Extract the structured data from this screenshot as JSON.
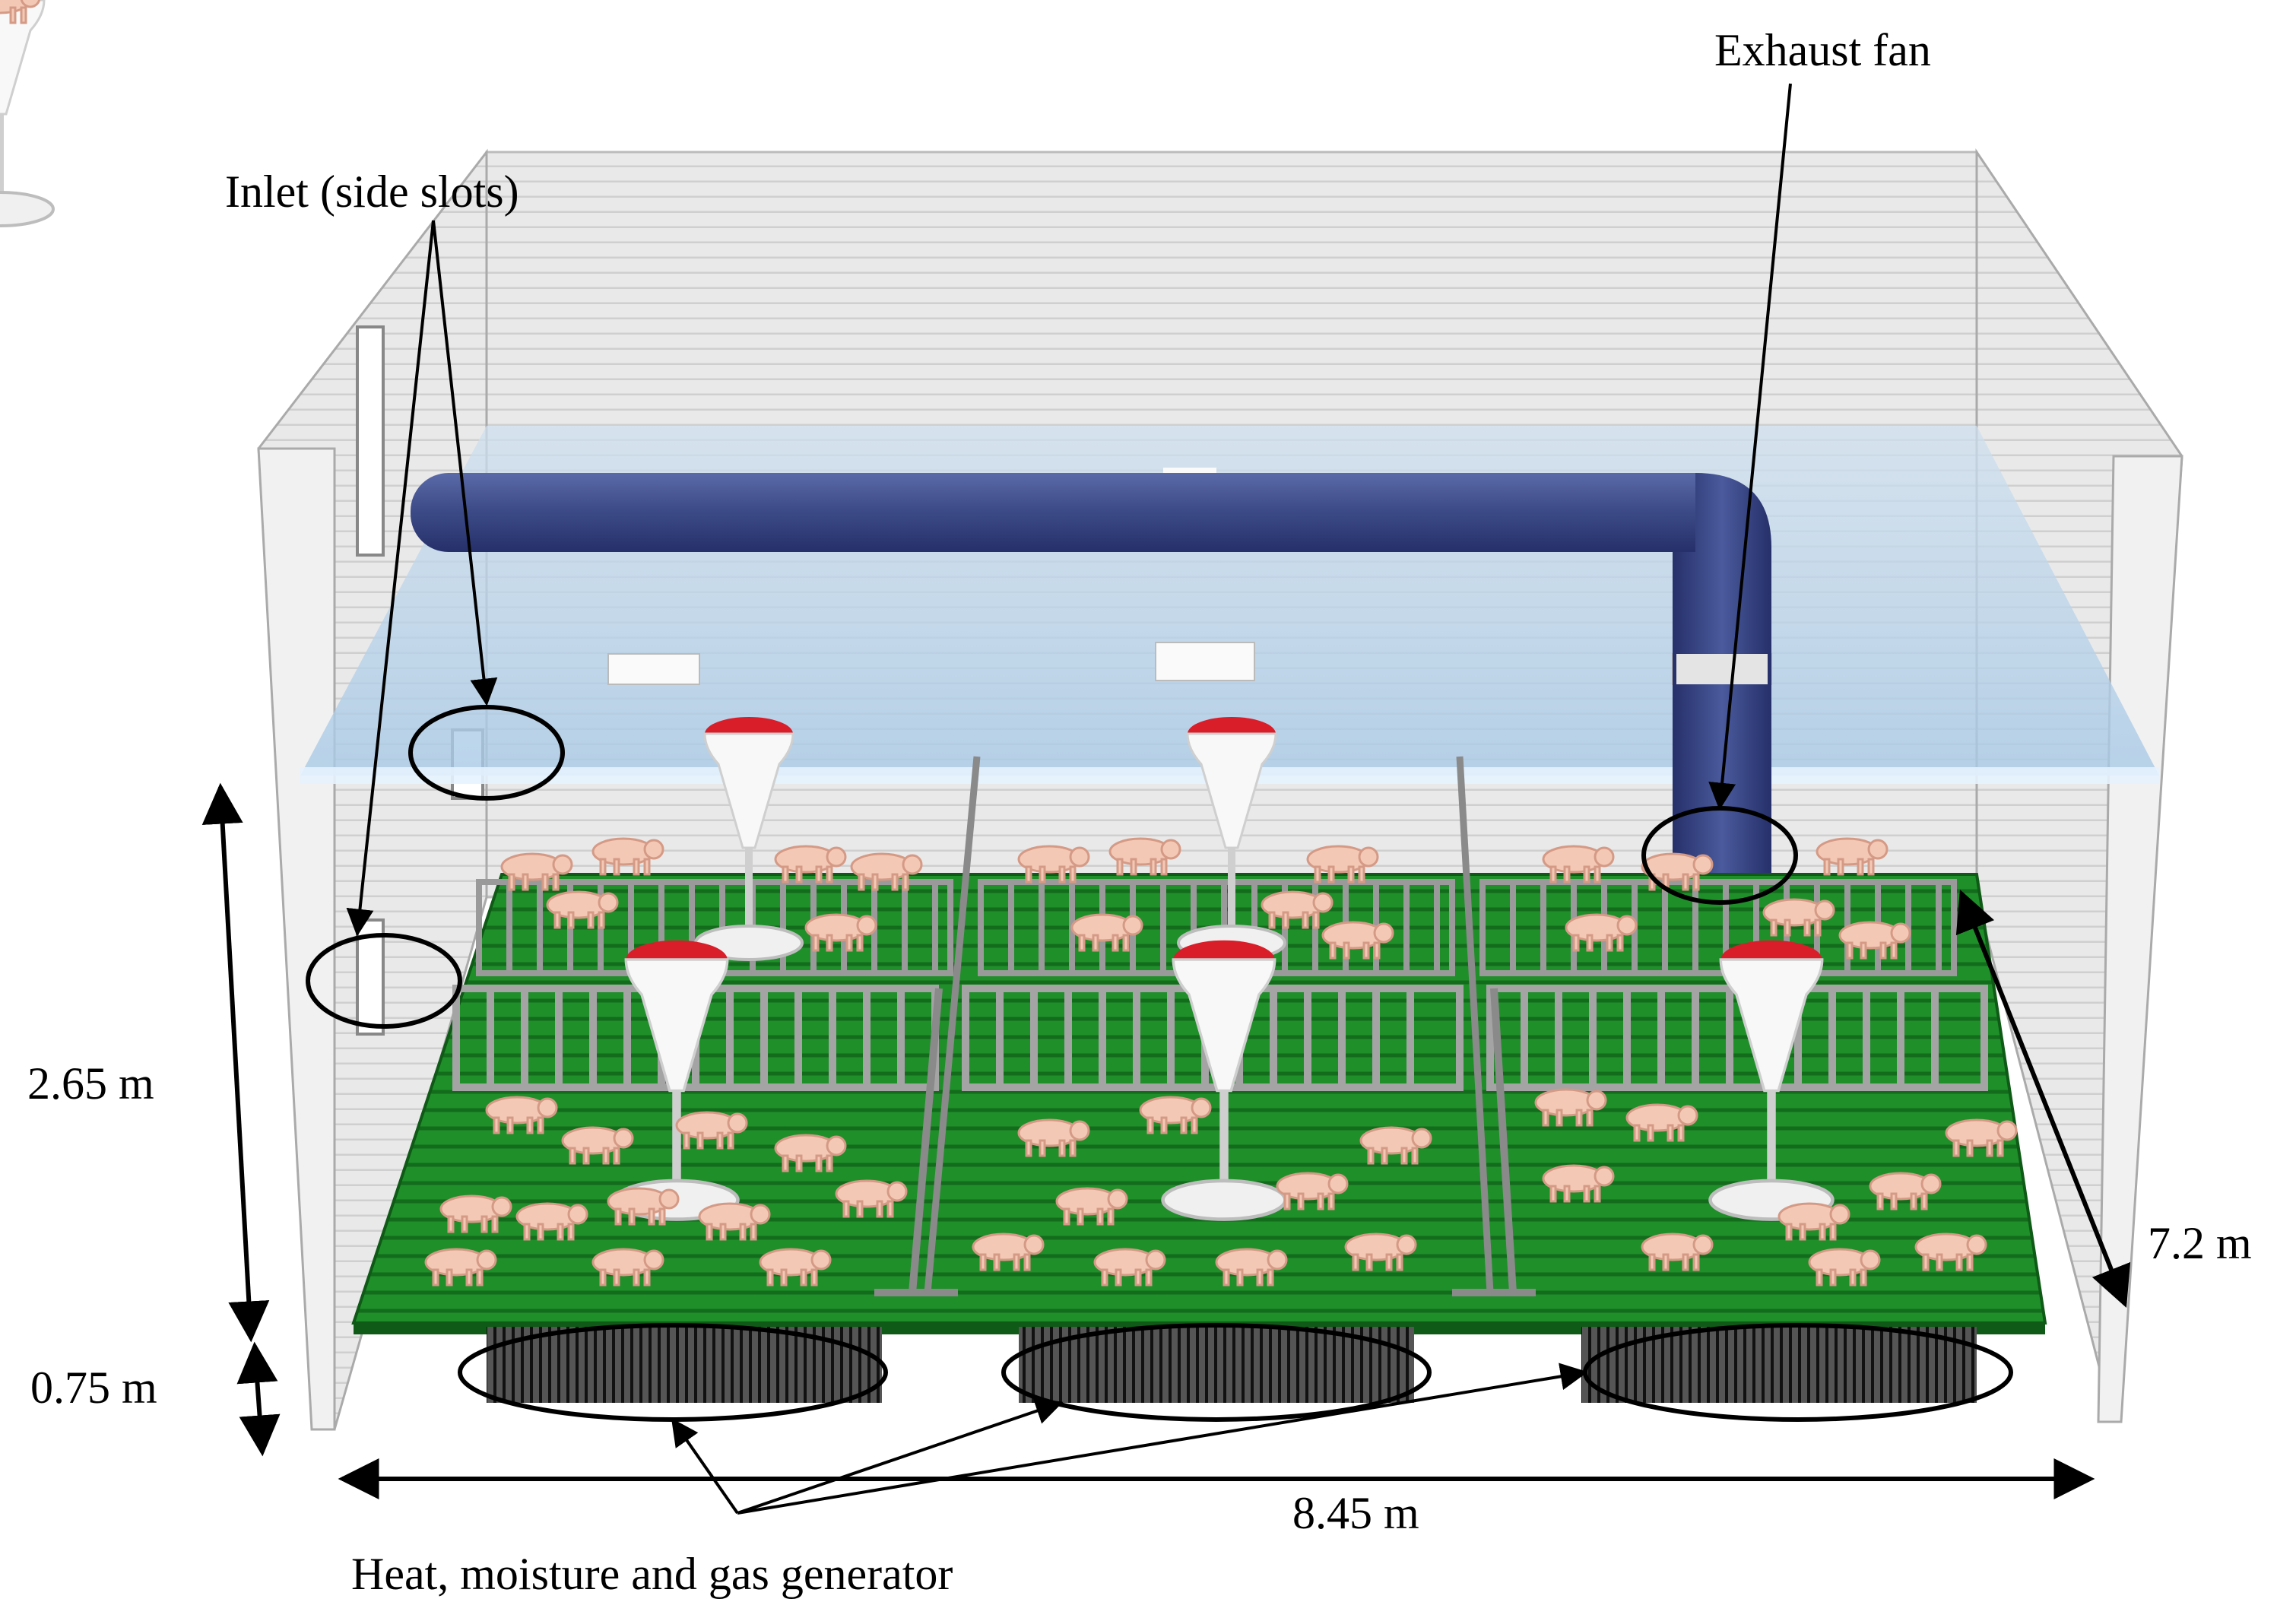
{
  "labels": {
    "exhaust_fan": "Exhaust fan",
    "inlet": "Inlet (side slots)",
    "height_upper": "2.65 m",
    "height_lower": "0.75 m",
    "depth": "7.2 m",
    "width": "8.45 m",
    "generator": "Heat, moisture and gas generator"
  },
  "colors": {
    "wall": "#e4e4e4",
    "floor": "#1f8f2a",
    "duct": "#3b4a86",
    "feeder_lid": "#d91e2a",
    "pig": "#f3c9b6",
    "water_plane": "#bcd8ee"
  },
  "icons": {
    "pig": "pig-icon",
    "feeder": "feeder-icon",
    "duct": "exhaust-duct-icon"
  }
}
